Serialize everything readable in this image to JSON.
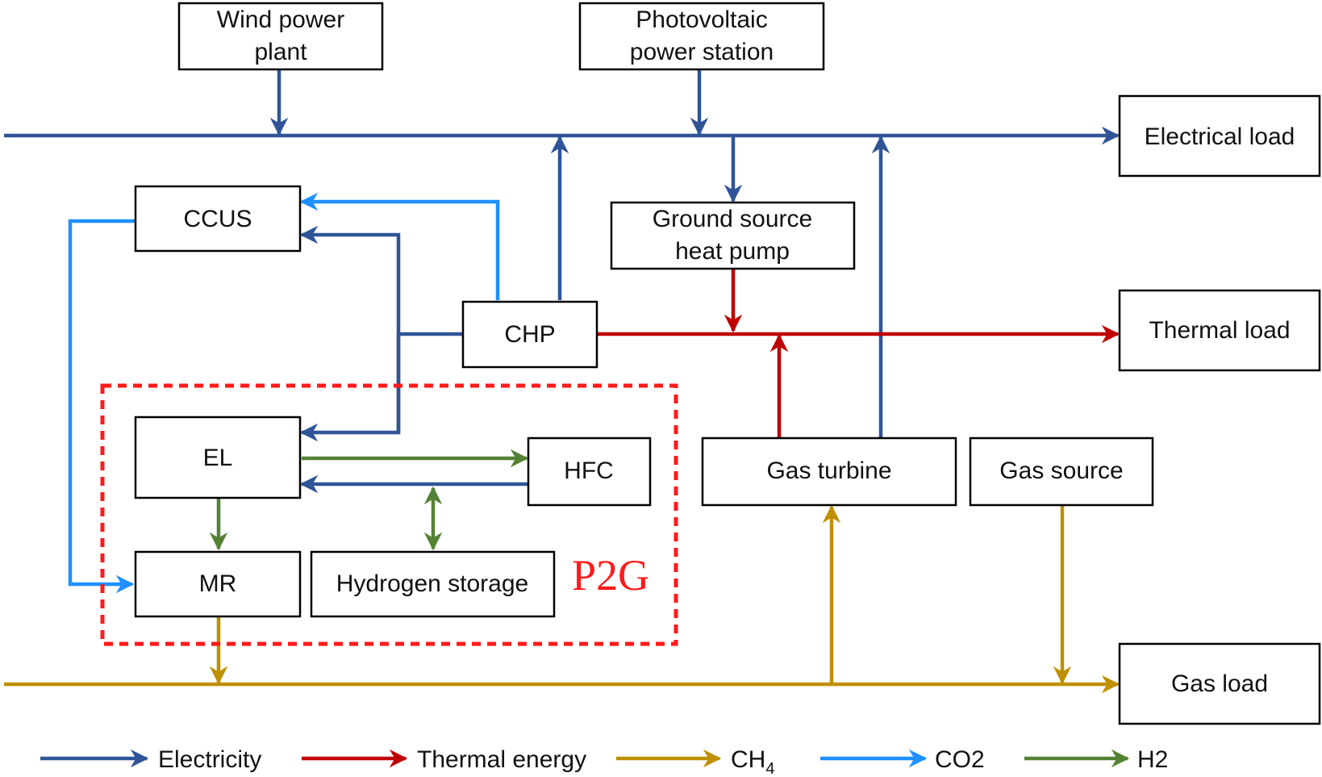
{
  "colors": {
    "electricity": "#2f5597",
    "thermal": "#c00000",
    "ch4": "#bf9000",
    "co2": "#1e90ff",
    "h2": "#548235",
    "p2g_border": "#ff1a1a"
  },
  "nodes": {
    "wind": {
      "line1": "Wind power",
      "line2": "plant"
    },
    "pv": {
      "line1": "Photovoltaic",
      "line2": "power station"
    },
    "electrical_load": "Electrical load",
    "ccus": "CCUS",
    "gshp": {
      "line1": "Ground source",
      "line2": "heat pump"
    },
    "chp": "CHP",
    "thermal_load": "Thermal load",
    "el": "EL",
    "hfc": "HFC",
    "gas_turbine": "Gas turbine",
    "gas_source": "Gas source",
    "mr": "MR",
    "hydrogen_storage": "Hydrogen storage",
    "gas_load": "Gas load"
  },
  "p2g_label": "P2G",
  "legend": {
    "electricity": "Electricity",
    "thermal": "Thermal energy",
    "ch4_base": "CH",
    "ch4_sub": "4",
    "co2": "CO2",
    "h2": "H2"
  }
}
